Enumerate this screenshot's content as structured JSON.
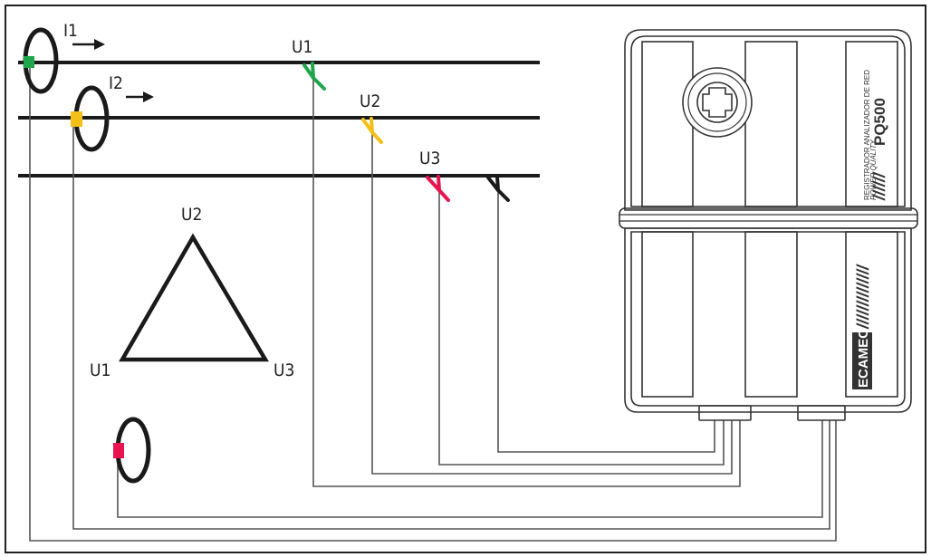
{
  "labels": {
    "i1": "I1",
    "i2": "I2",
    "u1_line": "U1",
    "u2_line": "U2",
    "u3_line": "U3",
    "tri_u2": "U2",
    "tri_u1": "U1",
    "tri_u3": "U3"
  },
  "device": {
    "model": "PQ500",
    "desc_line1": "REGISTRADOR ANALIZADOR DE RED",
    "desc_line2": "POWER QUALITY",
    "brand": "ECAMEC",
    "stripes_top": "//////",
    "stripes_bottom": "//////////////"
  },
  "colors": {
    "u1_clip": "#1fa54a",
    "u2_clip": "#f2c018",
    "u3_clip": "#e8144f",
    "neutral_clip": "#1a1a1a",
    "i1_marker": "#1fa54a",
    "i2_marker": "#f2c018",
    "i3_marker": "#e8144f"
  }
}
